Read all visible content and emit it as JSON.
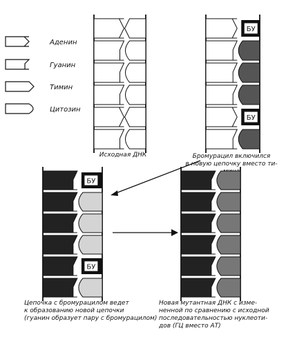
{
  "legend": [
    {
      "name": "Аденин",
      "shape": "adenine"
    },
    {
      "name": "Гуанин",
      "shape": "guanine"
    },
    {
      "name": "Тимин",
      "shape": "thymine"
    },
    {
      "name": "Цитозин",
      "shape": "cytosine"
    }
  ],
  "bu_label": "БУ",
  "panels": [
    {
      "id": "original",
      "caption": [
        "Исходная ДНК"
      ],
      "rows": [
        {
          "left": "adenine",
          "right": "thymine"
        },
        {
          "left": "guanine",
          "right": "cytosine"
        },
        {
          "left": "guanine",
          "right": "cytosine"
        },
        {
          "left": "guanine",
          "right": "cytosine"
        },
        {
          "left": "adenine",
          "right": "thymine"
        },
        {
          "left": "guanine",
          "right": "cytosine"
        }
      ]
    },
    {
      "id": "bu-incorporated",
      "caption": [
        "Бромурацил включился",
        "в новую цепочку вместо ти-",
        "мина"
      ],
      "rows": [
        {
          "left": "adenine",
          "right": "bu"
        },
        {
          "left": "guanine",
          "right": "cytosine-new"
        },
        {
          "left": "guanine",
          "right": "cytosine-new"
        },
        {
          "left": "guanine",
          "right": "cytosine-new"
        },
        {
          "left": "adenine",
          "right": "bu"
        },
        {
          "left": "guanine",
          "right": "cytosine-new"
        }
      ]
    },
    {
      "id": "bu-strand",
      "caption": [
        "Цепочка с бромурацилом ведет",
        "к образованию новой цепочки",
        "(гуанин образует пару с бромурацилом)"
      ],
      "rows": [
        {
          "left": "guanine-new",
          "right": "bu"
        },
        {
          "left": "guanine-new",
          "right": "cytosine"
        },
        {
          "left": "guanine-new",
          "right": "cytosine"
        },
        {
          "left": "guanine-new",
          "right": "cytosine"
        },
        {
          "left": "guanine-new",
          "right": "bu"
        },
        {
          "left": "guanine-new",
          "right": "cytosine"
        }
      ]
    },
    {
      "id": "mutant",
      "caption": [
        "Новая мутантная ДНК с изме-",
        "ненной по сравнению с исходной",
        "последовательностью нуклеоти-",
        "дов (ГЦ вместо АТ)"
      ],
      "rows": [
        {
          "left": "guanine-new",
          "right": "cytosine-new"
        },
        {
          "left": "guanine-new",
          "right": "cytosine-new"
        },
        {
          "left": "guanine-new",
          "right": "cytosine-new"
        },
        {
          "left": "guanine-new",
          "right": "cytosine-new"
        },
        {
          "left": "guanine-new",
          "right": "cytosine-new"
        },
        {
          "left": "guanine-new",
          "right": "cytosine-new"
        }
      ]
    }
  ],
  "colors": {
    "ink": "#111111",
    "light": "#d4d4d4",
    "dark": "#555555",
    "bu": "#111111"
  }
}
